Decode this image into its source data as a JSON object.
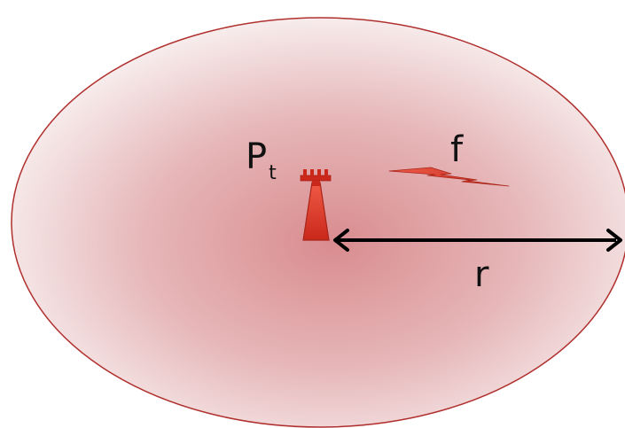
{
  "labels": {
    "power": "P",
    "power_subscript": "t",
    "frequency": "f",
    "radius": "r"
  },
  "icons": {
    "transmitter": "antenna-tower-icon",
    "signal": "lightning-bolt-icon"
  },
  "colors": {
    "ellipse_center": "#d98c8f",
    "ellipse_mid": "#e6b6b8",
    "ellipse_edge": "#f7ecec",
    "ellipse_stroke": "#b0302e",
    "tower_fill": "#d93a2b",
    "tower_stroke": "#a82418",
    "arrow": "#000000"
  }
}
